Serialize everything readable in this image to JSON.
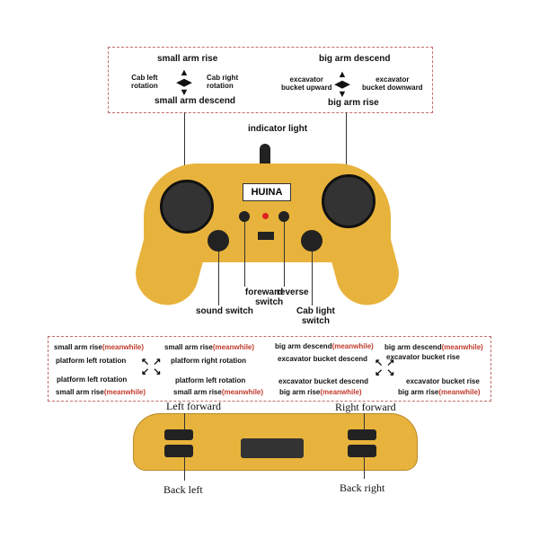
{
  "top_box": {
    "left": {
      "up": "small arm rise",
      "down": "small arm descend",
      "left": [
        "Cab left",
        "rotation"
      ],
      "right": [
        "Cab right",
        "rotation"
      ]
    },
    "right": {
      "up": "big arm descend",
      "down": "big arm rise",
      "left": [
        "excavator",
        "bucket upward"
      ],
      "right": [
        "excavator",
        "bucket downward"
      ]
    }
  },
  "controller": {
    "logo": "HUINA",
    "labels": {
      "indicator": "indicator light",
      "foreward": [
        "foreward",
        "switch"
      ],
      "reverse": "reverse",
      "sound": "sound switch",
      "cab_light": [
        "Cab light",
        "switch"
      ]
    }
  },
  "bottom_box": {
    "meanwhile": "(meanwhile)",
    "left": {
      "tl": "small arm rise",
      "tl2": "platform left rotation",
      "tr": "small arm rise",
      "tr2": "platform right rotation",
      "bl": "platform left rotation",
      "bl2": "small arm rise",
      "br": "platform left rotation",
      "br2": "small arm rise"
    },
    "right": {
      "tl": "big arm descend",
      "tl2": "excavator bucket descend",
      "tr": "big arm descend",
      "tr2": "excavator bucket rise",
      "bl": "excavator bucket descend",
      "bl2": "big arm rise",
      "br": "excavator bucket rise",
      "br2": "big arm rise"
    }
  },
  "side_view": {
    "left_forward": "Left forward",
    "right_forward": "Right forward",
    "back_left": "Back left",
    "back_right": "Back right"
  },
  "colors": {
    "body": "#e8b33c",
    "accent": "#c0392b"
  }
}
